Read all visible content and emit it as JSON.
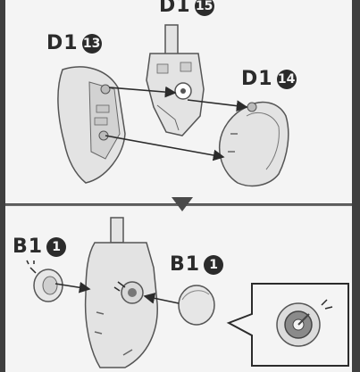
{
  "labels": {
    "d1_15": {
      "part": "D1",
      "num": "15"
    },
    "d1_13": {
      "part": "D1",
      "num": "13"
    },
    "d1_14": {
      "part": "D1",
      "num": "14"
    },
    "b1_1_left": {
      "part": "B1",
      "num": "1"
    },
    "b1_1_right": {
      "part": "B1",
      "num": "1"
    }
  },
  "colors": {
    "background": "#3f3f3f",
    "panel": "#f4f4f4",
    "part_fill": "#e3e3e3",
    "part_stroke": "#555555",
    "ink": "#2b2b2b"
  }
}
